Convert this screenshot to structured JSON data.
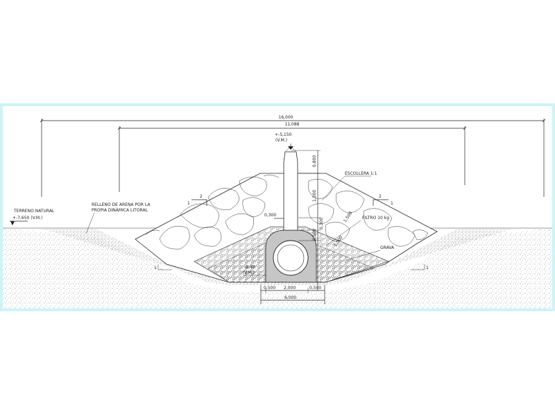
{
  "dimensions": {
    "total_width": "16,000",
    "inner_width": "11,088",
    "pipe_top_height": "0,800",
    "upper_height": "1,500",
    "left_offset": "0,300",
    "mid_height": "0,300",
    "lower_height": "0,500",
    "slope_filter": "1,500",
    "slope_gravel": "1,500",
    "base_left": "0,500",
    "base_center": "2,000",
    "base_right": "0,500",
    "base_total": "6,000",
    "slope_left_h": "2",
    "slope_left_v": "1",
    "slope_right_h": "2",
    "slope_right_v": "1",
    "low_left": "1",
    "low_right": "1"
  },
  "labels": {
    "terrain_title": "TERRENO NATURAL",
    "terrain_level": "+-7,650 (V.M.)",
    "fill_line1": "RELLENO DE ARENA POR LA",
    "fill_line2": "PROPIA DINÁMICA LITORAL",
    "top_level": "+-5,150",
    "top_level_ref": "(V.M.)",
    "riprap": "ESCOLLERA 1:1",
    "filter": "FILTRO 10 kg",
    "gravel": "GRAVA",
    "bottom_level": "-9,40",
    "bottom_level_ref": "(V.M.)"
  },
  "colors": {
    "frame": "#ccf4f7",
    "line": "#222222",
    "sand_dot": "#555555",
    "concrete": "#bdbdbd"
  }
}
